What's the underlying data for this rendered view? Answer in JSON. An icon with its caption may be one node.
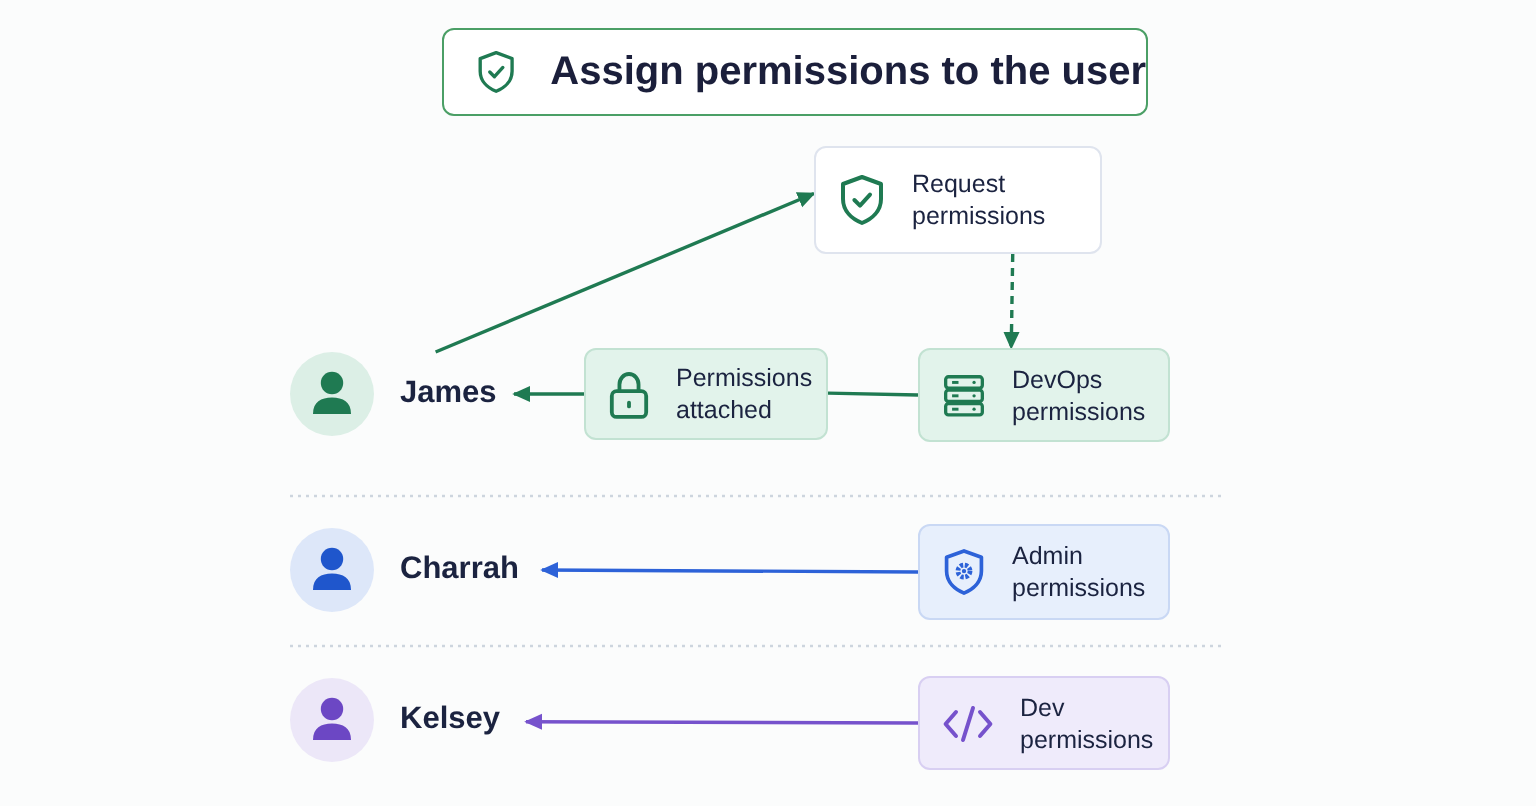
{
  "diagram": {
    "title": "Assign permissions to the user",
    "nodes": [
      {
        "text": [
          "Request permissions"
        ]
      },
      {
        "text": [
          "James"
        ]
      },
      {
        "text": [
          "Permissions attached"
        ]
      },
      {
        "text": [
          "DevOps permissions"
        ]
      },
      {
        "text": [
          "Charrah"
        ]
      },
      {
        "text": [
          "Admin permissions"
        ]
      },
      {
        "text": [
          "Kelsey"
        ]
      },
      {
        "text": [
          "Dev permissions"
        ]
      }
    ],
    "edges": [
      {
        "from": 1,
        "to": 0,
        "arrow": "to"
      },
      {
        "from": 0,
        "to": 3,
        "arrow": "to",
        "style": "dashed"
      },
      {
        "from": 3,
        "to": 2,
        "arrow": "none"
      },
      {
        "from": 2,
        "to": 1,
        "arrow": "to"
      },
      {
        "from": 5,
        "to": 4,
        "arrow": "to",
        "color": "#2d62d8"
      },
      {
        "from": 7,
        "to": 6,
        "arrow": "to",
        "color": "#7652cc"
      }
    ]
  }
}
